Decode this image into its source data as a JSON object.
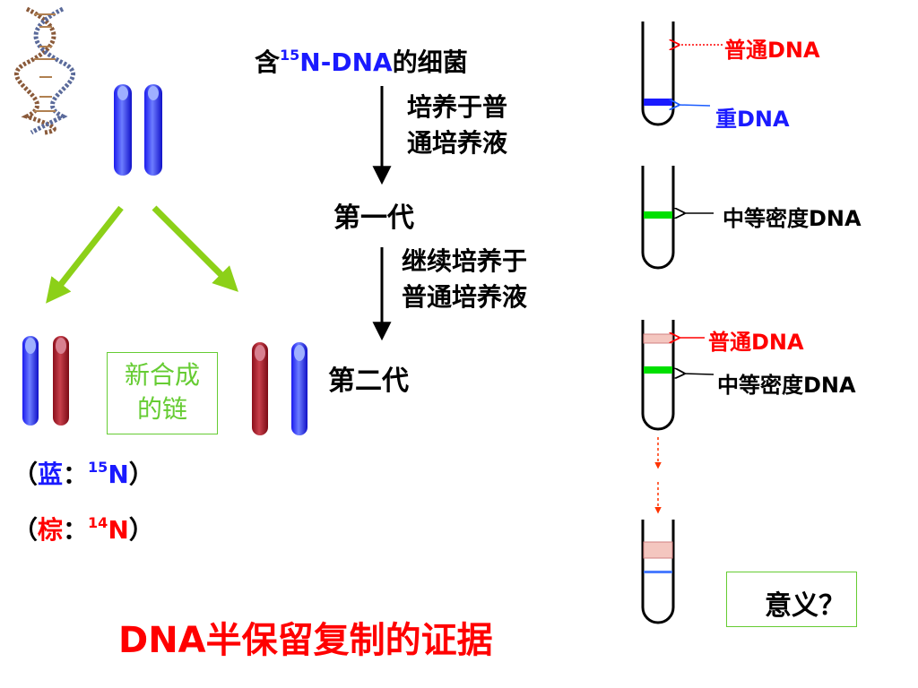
{
  "title": {
    "prefix": "含",
    "sup": "15",
    "suffix_colored": "N-DNA",
    "suffix": "的细菌"
  },
  "step1": [
    "培养于普",
    "通培养液"
  ],
  "generation1": "第一代",
  "step2": [
    "继续培养于",
    "普通培养液"
  ],
  "generation2": "第二代",
  "new_strand_label": [
    "新合成",
    "的链"
  ],
  "legend": [
    {
      "open": "（",
      "name": "蓝",
      "sep": "：",
      "sup": "15",
      "element": "N",
      "close": "）"
    },
    {
      "open": "（",
      "name": "棕",
      "sep": "：",
      "sup": "14",
      "element": "N",
      "close": "）"
    }
  ],
  "tube_labels": {
    "tube1_top": "普通DNA",
    "tube1_bottom": "重DNA",
    "tube2": "中等密度DNA",
    "tube3_top": "普通DNA",
    "tube3_bottom": "中等密度DNA"
  },
  "significance_label": "意义？",
  "bottom_title": "DNA半保留复制的证据",
  "colors": {
    "heavy_strand": "#2b3cff",
    "light_strand": "#a01020",
    "band_green": "#00e000",
    "band_heavy": "#1a1aff",
    "band_light": "#f4c6bf",
    "band_blue_thin": "#4a7cff",
    "arrow_green": "#8cd018",
    "label_red": "#ff0000",
    "label_blue": "#1a1aff"
  },
  "icons": [
    "dna-helix-icon"
  ]
}
